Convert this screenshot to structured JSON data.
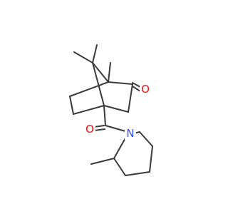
{
  "molecule": {
    "atoms": [
      {
        "id": "o-ketone",
        "symbol": "O",
        "color": "#ff0d0d"
      },
      {
        "id": "o-amide",
        "symbol": "O",
        "color": "#ff0d0d"
      },
      {
        "id": "n-piperidine",
        "symbol": "N",
        "color": "#3050f8"
      }
    ],
    "bond_color": "#3a3a3a"
  }
}
